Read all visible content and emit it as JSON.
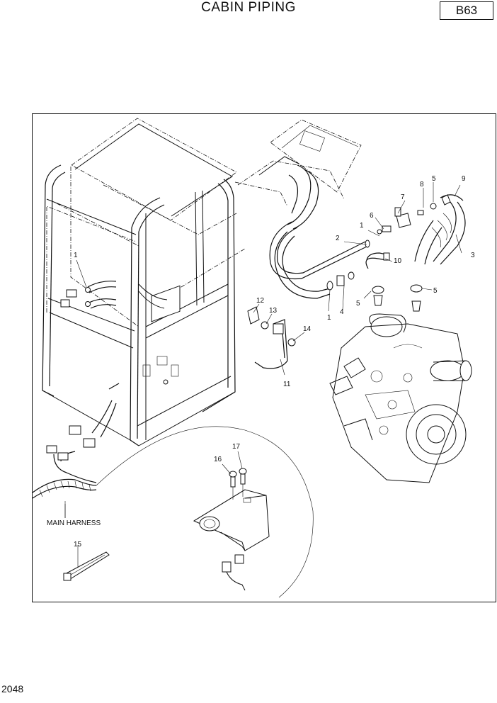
{
  "header": {
    "title": "CABIN PIPING",
    "code": "B63"
  },
  "footer": {
    "page_number": "2048"
  },
  "callouts": {
    "c1a": "1",
    "c1b": "1",
    "c1c": "1",
    "c2": "2",
    "c3": "3",
    "c4": "4",
    "c5a": "5",
    "c5b": "5",
    "c5c": "5",
    "c6": "6",
    "c7": "7",
    "c8": "8",
    "c9": "9",
    "c10": "10",
    "c11": "11",
    "c12": "12",
    "c13": "13",
    "c14": "14",
    "c15": "15",
    "c16": "16",
    "c17": "17"
  },
  "labels": {
    "main_harness": "MAIN HARNESS"
  }
}
